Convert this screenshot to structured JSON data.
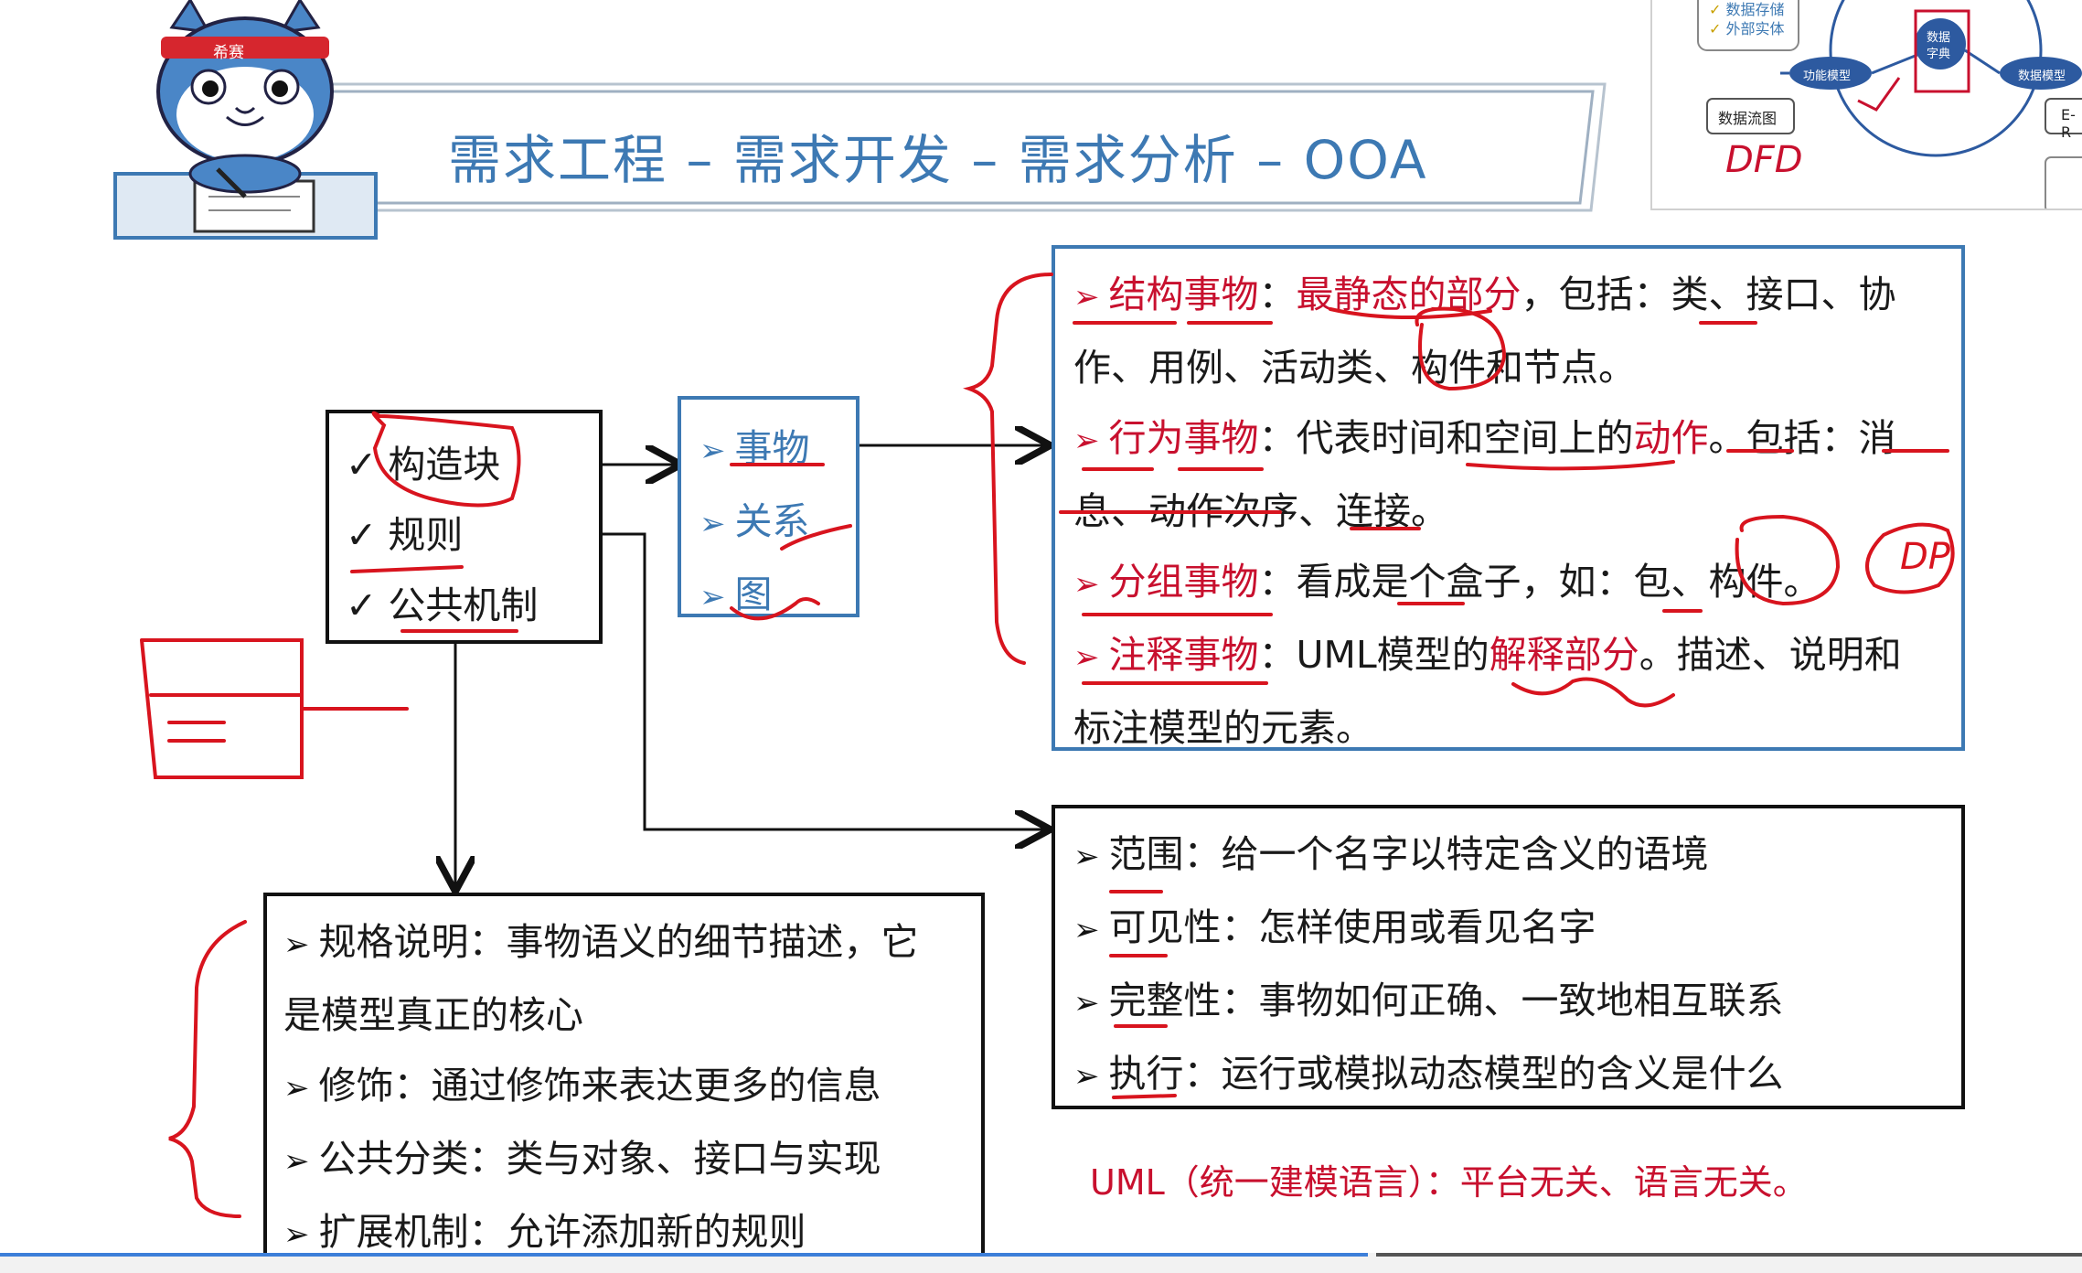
{
  "header": {
    "title": "需求工程 – 需求开发 – 需求分析 – OOA",
    "mascot_badge": "希赛"
  },
  "thumbnail": {
    "items": [
      "数据存储",
      "外部实体"
    ],
    "node_dfd": "数据流图",
    "node_func": "功能模型",
    "node_dict_1": "数据",
    "node_dict_2": "字典",
    "node_data": "数据模型",
    "node_er": "E-R",
    "hand_dfd": "DFD"
  },
  "building_blocks": {
    "items": [
      "构造块",
      "规则",
      "公共机制"
    ]
  },
  "things_box": {
    "items": [
      "事物",
      "关系",
      "图"
    ]
  },
  "things_detail": {
    "structural_label": "结构事物",
    "structural_colon": "：",
    "structural_highlight": "最静态的部分",
    "structural_rest1": "，包括：类、接口、协",
    "structural_rest2": "作、用例、活动类、构件和节点。",
    "behavioral_label": "行为事物",
    "behavioral_text1": "：代表时间和空间上的",
    "behavioral_highlight": "动作",
    "behavioral_text2": "。包括：消",
    "behavioral_rest": "息、动作次序、连接。",
    "grouping_label": "分组事物",
    "grouping_text": "：看成是个盒子，如：包、构件。",
    "grouping_hand": "DP",
    "annotation_label": "注释事物",
    "annotation_text1": "：UML模型的",
    "annotation_highlight": "解释部分",
    "annotation_text2": "。描述、说明和",
    "annotation_rest": "标注模型的元素。"
  },
  "rules_box": {
    "items": [
      "范围：给一个名字以特定含义的语境",
      "可见性：怎样使用或看见名字",
      "完整性：事物如何正确、一致地相互联系",
      "执行：运行或模拟动态模型的含义是什么"
    ]
  },
  "mechanisms_box": {
    "line1": "规格说明：事物语义的细节描述，它",
    "line2": "是模型真正的核心",
    "items": [
      "修饰：通过修饰来表达更多的信息",
      "公共分类：类与对象、接口与实现",
      "扩展机制：允许添加新的规则"
    ]
  },
  "footer_note": "UML（统一建模语言）：平台无关、语言无关。",
  "colors": {
    "accent_blue": "#3d79b3",
    "red": "#c8102e"
  },
  "progress": {
    "fraction": 0.657
  }
}
